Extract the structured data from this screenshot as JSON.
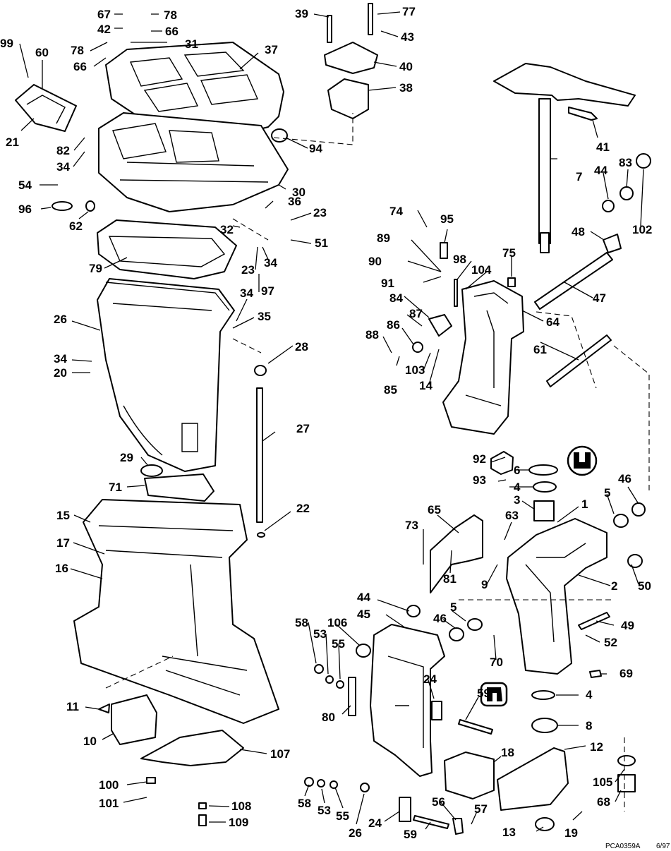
{
  "diagram": {
    "callouts": [
      {
        "id": "67",
        "label": "67"
      },
      {
        "id": "78a",
        "label": "78"
      },
      {
        "id": "42",
        "label": "42"
      },
      {
        "id": "66a",
        "label": "66"
      },
      {
        "id": "78b",
        "label": "78"
      },
      {
        "id": "31",
        "label": "31"
      },
      {
        "id": "66b",
        "label": "66"
      },
      {
        "id": "37",
        "label": "37"
      },
      {
        "id": "99",
        "label": "99"
      },
      {
        "id": "60",
        "label": "60"
      },
      {
        "id": "21",
        "label": "21"
      },
      {
        "id": "82",
        "label": "82"
      },
      {
        "id": "34a",
        "label": "34"
      },
      {
        "id": "54",
        "label": "54"
      },
      {
        "id": "96",
        "label": "96"
      },
      {
        "id": "62",
        "label": "62"
      },
      {
        "id": "30",
        "label": "30"
      },
      {
        "id": "36",
        "label": "36"
      },
      {
        "id": "23a",
        "label": "23"
      },
      {
        "id": "32",
        "label": "32"
      },
      {
        "id": "51",
        "label": "51"
      },
      {
        "id": "79",
        "label": "79"
      },
      {
        "id": "23b",
        "label": "23"
      },
      {
        "id": "34b",
        "label": "34"
      },
      {
        "id": "97",
        "label": "97"
      },
      {
        "id": "34c",
        "label": "34"
      },
      {
        "id": "35",
        "label": "35"
      },
      {
        "id": "26",
        "label": "26"
      },
      {
        "id": "34d",
        "label": "34"
      },
      {
        "id": "28",
        "label": "28"
      },
      {
        "id": "20",
        "label": "20"
      },
      {
        "id": "27",
        "label": "27"
      },
      {
        "id": "29",
        "label": "29"
      },
      {
        "id": "71",
        "label": "71"
      },
      {
        "id": "22",
        "label": "22"
      },
      {
        "id": "15",
        "label": "15"
      },
      {
        "id": "17",
        "label": "17"
      },
      {
        "id": "16",
        "label": "16"
      },
      {
        "id": "11",
        "label": "11"
      },
      {
        "id": "10",
        "label": "10"
      },
      {
        "id": "107",
        "label": "107"
      },
      {
        "id": "100",
        "label": "100"
      },
      {
        "id": "101",
        "label": "101"
      },
      {
        "id": "108",
        "label": "108"
      },
      {
        "id": "109",
        "label": "109"
      },
      {
        "id": "39",
        "label": "39"
      },
      {
        "id": "77",
        "label": "77"
      },
      {
        "id": "43",
        "label": "43"
      },
      {
        "id": "40",
        "label": "40"
      },
      {
        "id": "38",
        "label": "38"
      },
      {
        "id": "94",
        "label": "94"
      },
      {
        "id": "7",
        "label": "7"
      },
      {
        "id": "41",
        "label": "41"
      },
      {
        "id": "44a",
        "label": "44"
      },
      {
        "id": "83",
        "label": "83"
      },
      {
        "id": "102",
        "label": "102"
      },
      {
        "id": "48",
        "label": "48"
      },
      {
        "id": "74",
        "label": "74"
      },
      {
        "id": "95",
        "label": "95"
      },
      {
        "id": "89",
        "label": "89"
      },
      {
        "id": "98",
        "label": "98"
      },
      {
        "id": "75",
        "label": "75"
      },
      {
        "id": "90",
        "label": "90"
      },
      {
        "id": "104",
        "label": "104"
      },
      {
        "id": "91",
        "label": "91"
      },
      {
        "id": "47",
        "label": "47"
      },
      {
        "id": "84",
        "label": "84"
      },
      {
        "id": "87",
        "label": "87"
      },
      {
        "id": "64",
        "label": "64"
      },
      {
        "id": "86",
        "label": "86"
      },
      {
        "id": "88",
        "label": "88"
      },
      {
        "id": "103",
        "label": "103"
      },
      {
        "id": "61",
        "label": "61"
      },
      {
        "id": "85",
        "label": "85"
      },
      {
        "id": "14",
        "label": "14"
      },
      {
        "id": "92",
        "label": "92"
      },
      {
        "id": "6",
        "label": "6"
      },
      {
        "id": "93",
        "label": "93"
      },
      {
        "id": "4a",
        "label": "4"
      },
      {
        "id": "46a",
        "label": "46"
      },
      {
        "id": "3",
        "label": "3"
      },
      {
        "id": "5a",
        "label": "5"
      },
      {
        "id": "1",
        "label": "1"
      },
      {
        "id": "65",
        "label": "65"
      },
      {
        "id": "73",
        "label": "73"
      },
      {
        "id": "63",
        "label": "63"
      },
      {
        "id": "81",
        "label": "81"
      },
      {
        "id": "9",
        "label": "9"
      },
      {
        "id": "2",
        "label": "2"
      },
      {
        "id": "50",
        "label": "50"
      },
      {
        "id": "44b",
        "label": "44"
      },
      {
        "id": "45",
        "label": "45"
      },
      {
        "id": "5b",
        "label": "5"
      },
      {
        "id": "46b",
        "label": "46"
      },
      {
        "id": "49",
        "label": "49"
      },
      {
        "id": "58a",
        "label": "58"
      },
      {
        "id": "106",
        "label": "106"
      },
      {
        "id": "53a",
        "label": "53"
      },
      {
        "id": "55a",
        "label": "55"
      },
      {
        "id": "70",
        "label": "70"
      },
      {
        "id": "52",
        "label": "52"
      },
      {
        "id": "24a",
        "label": "24"
      },
      {
        "id": "69",
        "label": "69"
      },
      {
        "id": "80",
        "label": "80"
      },
      {
        "id": "59a",
        "label": "59"
      },
      {
        "id": "4b",
        "label": "4"
      },
      {
        "id": "8",
        "label": "8"
      },
      {
        "id": "12",
        "label": "12"
      },
      {
        "id": "18",
        "label": "18"
      },
      {
        "id": "105",
        "label": "105"
      },
      {
        "id": "68",
        "label": "68"
      },
      {
        "id": "58b",
        "label": "58"
      },
      {
        "id": "53b",
        "label": "53"
      },
      {
        "id": "55b",
        "label": "55"
      },
      {
        "id": "26b",
        "label": "26"
      },
      {
        "id": "56",
        "label": "56"
      },
      {
        "id": "57",
        "label": "57"
      },
      {
        "id": "24b",
        "label": "24"
      },
      {
        "id": "59b",
        "label": "59"
      },
      {
        "id": "13",
        "label": "13"
      },
      {
        "id": "19",
        "label": "19"
      }
    ],
    "footer_code": "PCA0359A",
    "footer_date": "6/97"
  },
  "icons": [
    "grease-symbol-icon",
    "sealant-symbol-icon"
  ]
}
